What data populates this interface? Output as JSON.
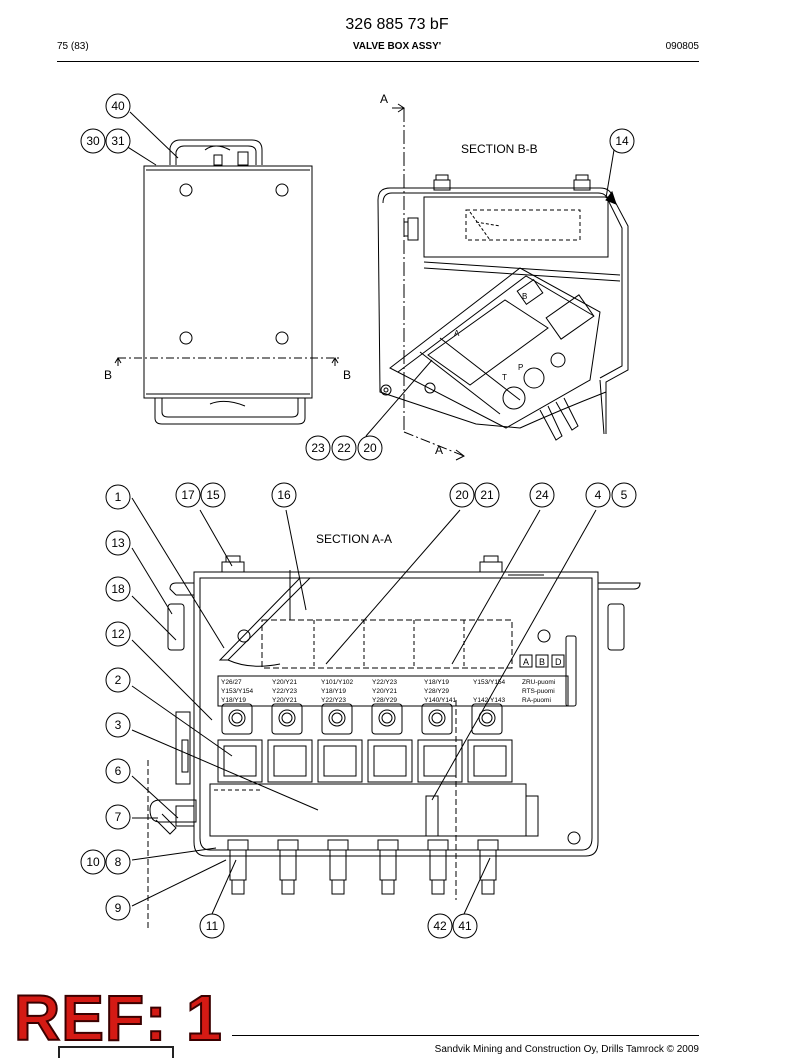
{
  "header": {
    "doc_number": "326 885 73 bF",
    "page": "75 (83)",
    "title": "VALVE BOX ASSY'",
    "date": "090805"
  },
  "sections": {
    "b_b": "SECTION B-B",
    "a_a": "SECTION A-A",
    "cut_a": "A",
    "cut_b": "B"
  },
  "callouts": {
    "c40": "40",
    "c30": "30",
    "c31": "31",
    "c14": "14",
    "c23": "23",
    "c22": "22",
    "c20a": "20",
    "c1": "1",
    "c17": "17",
    "c15": "15",
    "c16": "16",
    "c20b": "20",
    "c21": "21",
    "c24": "24",
    "c4": "4",
    "c5": "5",
    "c13": "13",
    "c18": "18",
    "c12": "12",
    "c2": "2",
    "c3": "3",
    "c6": "6",
    "c7": "7",
    "c10": "10",
    "c8": "8",
    "c9": "9",
    "c11": "11",
    "c42": "42",
    "c41": "41"
  },
  "label_plate": {
    "rows": [
      [
        "Y26/27",
        "Y20/Y21",
        "Y101/Y102",
        "Y22/Y23",
        "Y18/Y19",
        "Y153/Y154",
        "ZRU-puomi"
      ],
      [
        "Y153/Y154",
        "Y22/Y23",
        "Y18/Y19",
        "Y20/Y21",
        "Y28/Y29",
        "",
        "RTS-puomi"
      ],
      [
        "Y18/Y19",
        "Y20/Y21",
        "Y22/Y23",
        "Y28/Y29",
        "Y140/Y141",
        "Y142/Y143",
        "RA-puomi"
      ]
    ],
    "boxes": [
      "A",
      "B",
      "D"
    ]
  },
  "valve_labels": {
    "a_port": "A",
    "b_port": "B",
    "t_port": "T",
    "p_port": "P"
  },
  "stamp": "REF: 1",
  "footer": {
    "copyright": "Sandvik Mining and Construction Oy, Drills Tamrock © 2009"
  }
}
